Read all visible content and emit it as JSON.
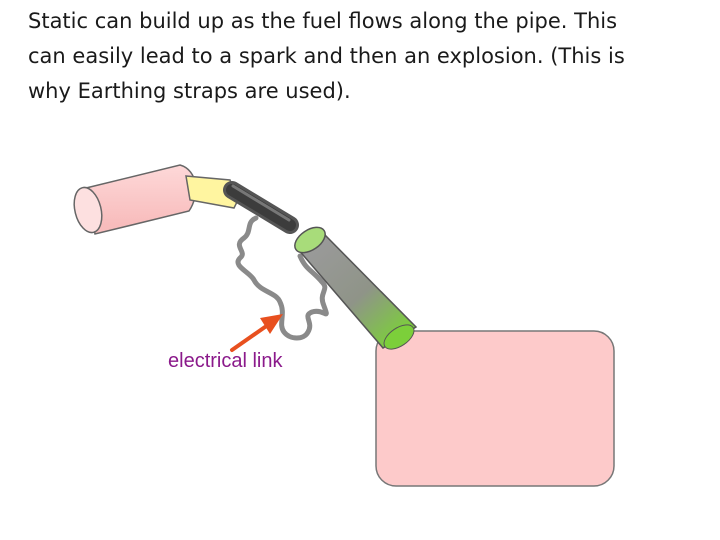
{
  "caption": {
    "line1": "Static can build up as the fuel flows along the pipe. This",
    "line2": "can easily lead to a spark and then an explosion. (This is",
    "line3": "why Earthing straps are used)."
  },
  "diagram": {
    "label": "electrical link",
    "colors": {
      "hose": "#fbc9c9",
      "connector": "#fff5a0",
      "nozzle": "#444444",
      "filler_pipe_top": "#7ccf3a",
      "filler_pipe_mid": "#9a9a9a",
      "strap": "#8a8a8a",
      "arrow": "#e8501f",
      "tank": "#fdcaca",
      "label": "#8b1a8b"
    }
  }
}
